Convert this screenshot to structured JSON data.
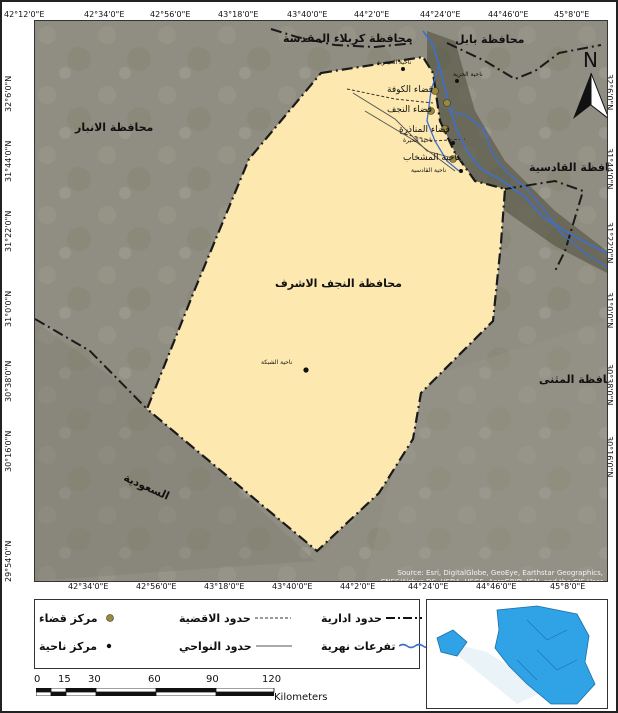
{
  "axes": {
    "top": [
      "42°12'0\"E",
      "42°34'0\"E",
      "42°56'0\"E",
      "43°18'0\"E",
      "43°40'0\"E",
      "44°2'0\"E",
      "44°24'0\"E",
      "44°46'0\"E",
      "45°8'0\"E"
    ],
    "bottom": [
      "42°34'0\"E",
      "42°56'0\"E",
      "43°18'0\"E",
      "43°40'0\"E",
      "44°2'0\"E",
      "44°24'0\"E",
      "44°46'0\"E",
      "45°8'0\"E"
    ],
    "left": [
      "32°6'0\"N",
      "31°44'0\"N",
      "31°22'0\"N",
      "31°0'0\"N",
      "30°38'0\"N",
      "30°16'0\"N",
      "29°54'0\"N"
    ],
    "right": [
      "32°6'0\"N",
      "31°44'0\"N",
      "31°22'0\"N",
      "31°0'0\"N",
      "30°38'0\"N",
      "30°16'0\"N"
    ]
  },
  "map": {
    "north_letter": "N",
    "labels": {
      "karbala": "محافظة كربلاء المقدسة",
      "babil": "محافظة بابل",
      "anbar": "محافظة الانبار",
      "qadisiyah": "محافظة القادسية",
      "najaf": "محافظة النجف الاشرف",
      "muthanna": "محافظة المثنى",
      "saudi": "السعودية",
      "haidariya": "ناحية الحيدرية",
      "hurriya": "ناحية الحرية",
      "kufa": "قضاء الكوفة",
      "najaf_district": "قضاء النجف",
      "manathira": "قضاء المناذرة",
      "hira": "ناحية الحيرة",
      "mishkhab": "ناحية المشخاب",
      "qadisiya_sub": "ناحية القادسية",
      "shabakah": "ناحية الشبكة"
    },
    "attribution": "Source: Esri, DigitalGlobe, GeoEye, Earthstar Geographics, CNES/Airbus DS, USDA, USGS, AeroGRID, IGN, and the GIS User Community"
  },
  "legend": {
    "admin_boundary": "حدود ادارية",
    "district_boundary": "حدود الاقضية",
    "district_center": "مركز قضاء",
    "river_branches": "تفرعات نهرية",
    "subdistrict_boundary": "حدود النواحي",
    "subdistrict_center": "مركز ناحية"
  },
  "scale": {
    "ticks": [
      "0",
      "15",
      "30",
      "60",
      "90",
      "120"
    ],
    "unit": "Kilometers"
  },
  "colors": {
    "province_fill": "#fde8b0",
    "terrain": "#8f8d80",
    "river": "#3d6fd0",
    "district_center": "#9a8a3a",
    "inset_iraq": "#2fa3e6"
  }
}
